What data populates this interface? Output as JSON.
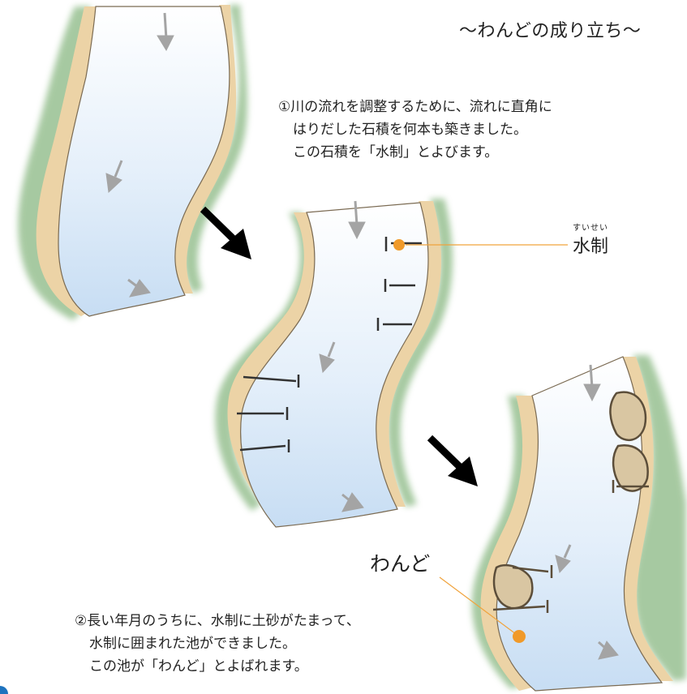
{
  "title": "～わんどの成り立ち～",
  "step1": {
    "lines": [
      "①川の流れを調整するために、流れに直角に",
      "はりだした石積を何本も築きました。",
      "この石積を「水制」とよびます。"
    ]
  },
  "step2": {
    "lines": [
      "②長い年月のうちに、水制に土砂がたまって、",
      "水制に囲まれた池ができました。",
      "この池が「わんど」とよばれます。"
    ]
  },
  "labels": {
    "suisei_ruby": "すいせい",
    "suisei": "水制",
    "wando": "わんど"
  },
  "colors": {
    "water": "#d9e9f7",
    "bank": "#ecd3a6",
    "vegetation": "#3f8a3a",
    "arrow_gray": "#a4a4a4",
    "marker": "#f09a2a",
    "leader": "#f0a33c"
  }
}
